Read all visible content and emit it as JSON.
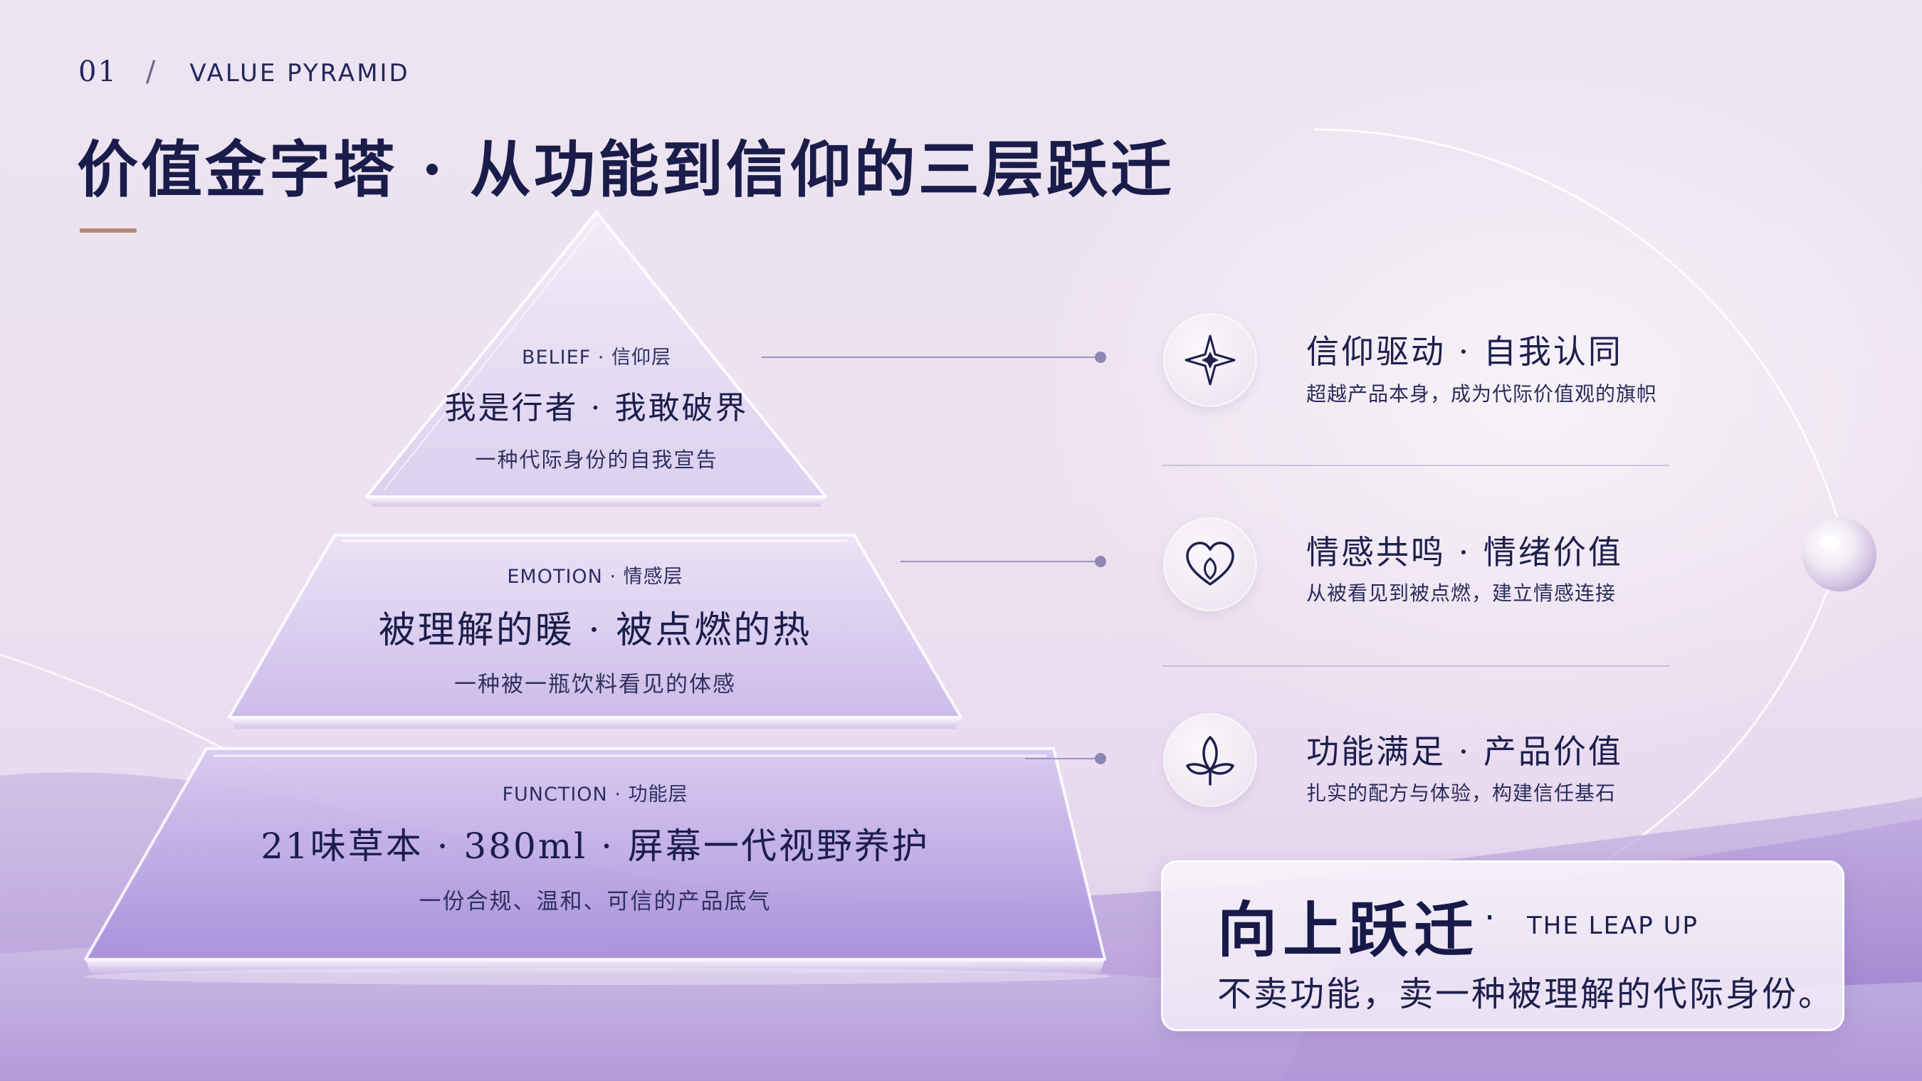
{
  "header": {
    "section_number": "01",
    "separator": "/",
    "section_label": "VALUE PYRAMID",
    "title": "价值金字塔 · 从功能到信仰的三层跃迁"
  },
  "pyramid": {
    "belief": {
      "tag": "BELIEF · 信仰层",
      "main": "我是行者 · 我敢破界",
      "sub": "一种代际身份的自我宣告"
    },
    "emotion": {
      "tag": "EMOTION · 情感层",
      "main": "被理解的暖 · 被点燃的热",
      "sub": "一种被一瓶饮料看见的体感"
    },
    "function": {
      "tag": "FUNCTION · 功能层",
      "main": "21味草本 · 380ml · 屏幕一代视野养护",
      "sub": "一份合规、温和、可信的产品底气"
    }
  },
  "values": [
    {
      "icon": "compass-star-icon",
      "title": "信仰驱动 · 自我认同",
      "subtitle": "超越产品本身，成为代际价值观的旗帜"
    },
    {
      "icon": "heart-icon",
      "title": "情感共鸣 · 情绪价值",
      "subtitle": "从被看见到被点燃，建立情感连接"
    },
    {
      "icon": "sprout-icon",
      "title": "功能满足 · 产品价值",
      "subtitle": "扎实的配方与体验，构建信任基石"
    }
  ],
  "leap": {
    "title": "向上跃迁",
    "dot": "·",
    "title_en": "THE LEAP UP",
    "subtitle": "不卖功能，卖一种被理解的代际身份。"
  },
  "colors": {
    "ink": "#1d1f4d",
    "accent_rule": "#b48a72",
    "lavender": "#b8a6dc",
    "background": "#ece4f2"
  }
}
